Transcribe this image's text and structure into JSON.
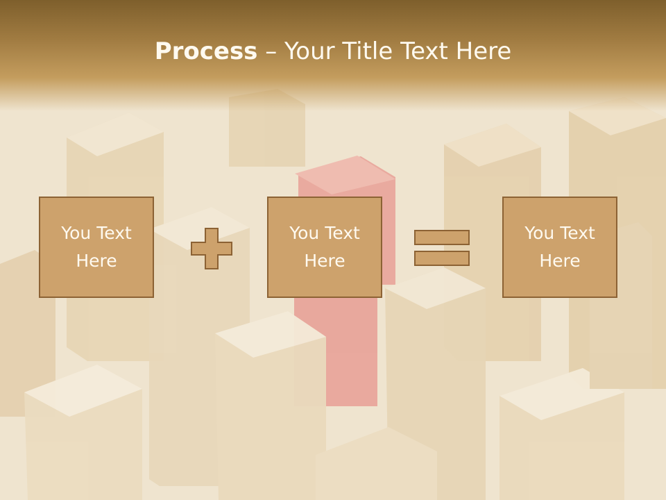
{
  "slide": {
    "title_bold": "Process",
    "title_rest": " – Your Title Text Here",
    "boxes": [
      {
        "text": "You Text\nHere"
      },
      {
        "text": "You Text\nHere"
      },
      {
        "text": "You Text\nHere"
      }
    ],
    "operators": [
      "plus-icon",
      "equals-icon"
    ]
  },
  "colors": {
    "header": "#a07b41",
    "box_fill": "#cda26c",
    "box_border": "#8c6234",
    "text": "#fffaf0",
    "accent_block": "#e58a84"
  }
}
